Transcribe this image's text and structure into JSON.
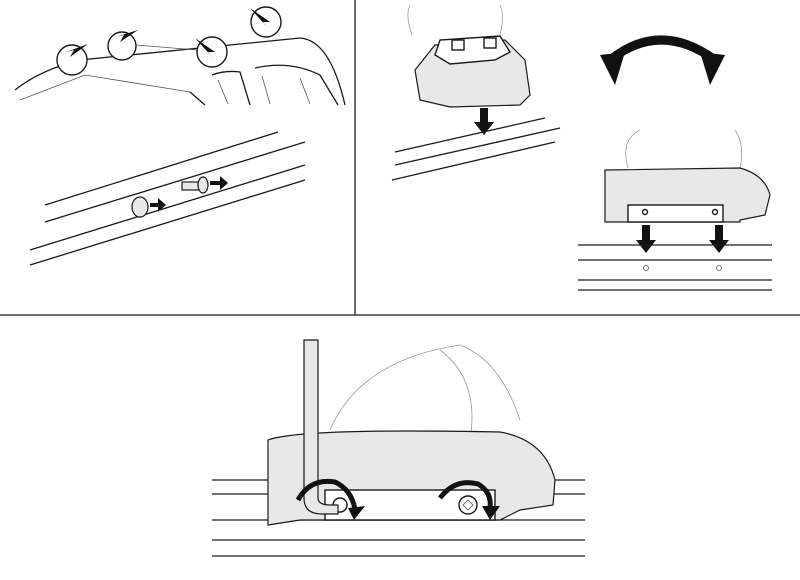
{
  "figure": {
    "panels": [
      {
        "id": "step-1",
        "content": "remove-roof-caps"
      },
      {
        "id": "step-2",
        "content": "place-foot-on-rail"
      },
      {
        "id": "step-3",
        "content": "tighten-bolts-with-hex-key"
      }
    ],
    "colors": {
      "line": "#1a1a1a",
      "background": "#ffffff",
      "fill": "#e8e8e8"
    },
    "icons": [
      "arrow-right-icon",
      "arrow-down-icon",
      "rotate-arrow-icon",
      "rotate-clockwise-icon"
    ]
  }
}
